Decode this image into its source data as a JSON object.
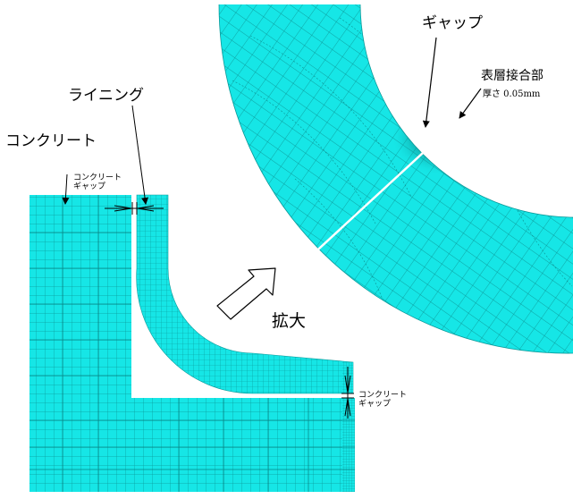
{
  "labels": {
    "concrete": "コンクリート",
    "lining": "ライニング",
    "gap_top_line1": "コンクリート",
    "gap_top_line2": "ギャップ",
    "gap_side_line1": "コンクリート",
    "gap_side_line2": "ギャップ",
    "enlarge": "拡大",
    "gap": "ギャップ",
    "surface_joint": "表層接合部",
    "thickness": "厚さ 0.05mm"
  },
  "colors": {
    "mesh_fill": "#16e6e6",
    "mesh_line": "#0a9a9a",
    "mesh_line_dark": "#056e6e",
    "gap_white": "#ffffff",
    "outline": "#000000",
    "stress_dark": "#0a5e5e"
  }
}
